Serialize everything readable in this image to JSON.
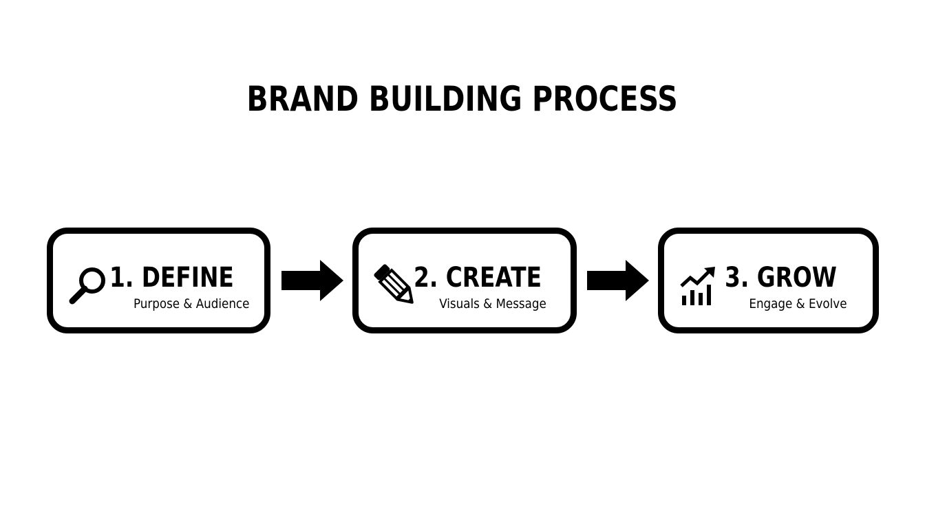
{
  "title": "BRAND BUILDING PROCESS",
  "steps": [
    {
      "heading": "1. DEFINE",
      "subtitle": "Purpose & Audience",
      "icon": "magnifying-glass-icon"
    },
    {
      "heading": "2. CREATE",
      "subtitle": "Visuals & Message",
      "icon": "pencil-icon"
    },
    {
      "heading": "3. GROW",
      "subtitle": "Engage & Evolve",
      "icon": "growth-chart-icon"
    }
  ],
  "connectors": [
    "right-arrow-icon",
    "right-arrow-icon"
  ],
  "colors": {
    "foreground": "#000000",
    "background": "#ffffff"
  }
}
